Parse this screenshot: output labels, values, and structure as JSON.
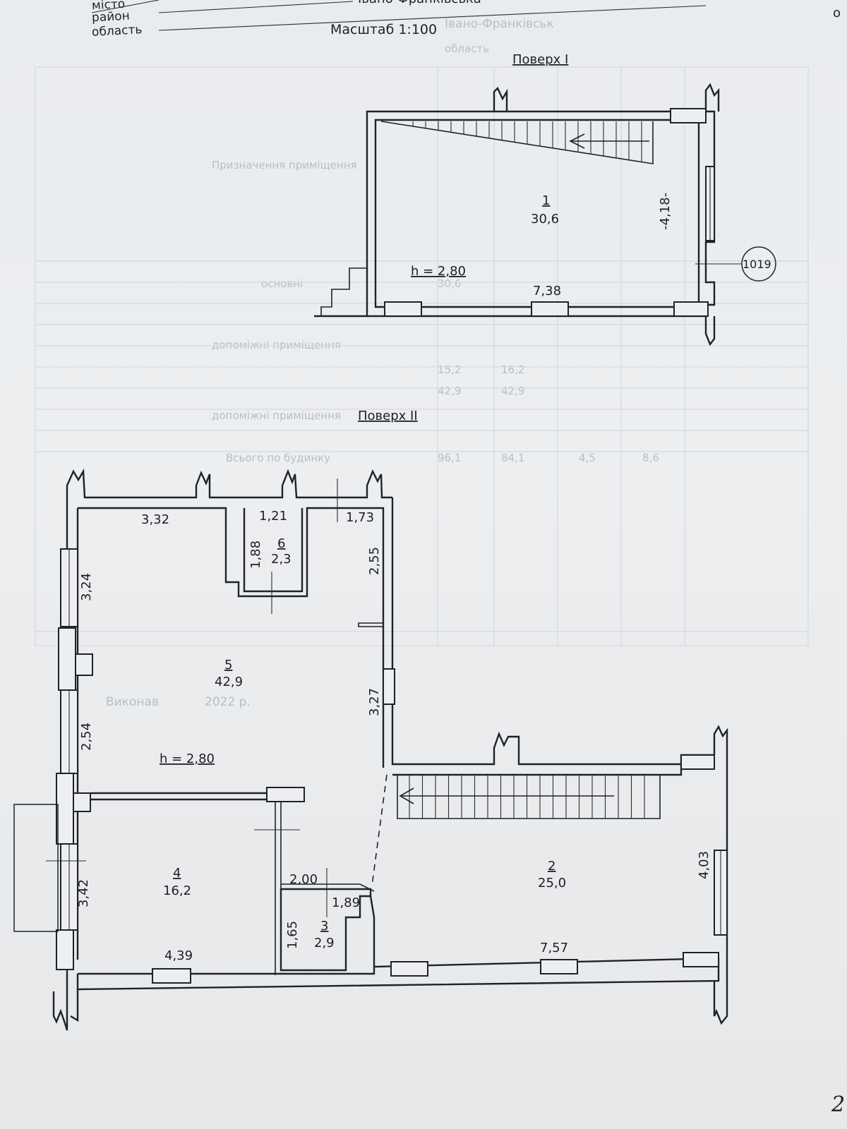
{
  "header": {
    "labels": [
      "місто",
      "район",
      "область"
    ],
    "region_value": "Івано-Франківська",
    "scale": "Масштаб 1:100"
  },
  "floor1": {
    "title": "Поверх І",
    "room1": {
      "number": "1",
      "area": "30,6"
    },
    "height": "h = 2,80",
    "dims": {
      "length": "7,38",
      "width": "-4,18-"
    },
    "marker": "1019"
  },
  "floor2": {
    "title": "Поверх ІІ",
    "height": "h = 2,80",
    "rooms": {
      "r2": {
        "number": "2",
        "area": "25,0"
      },
      "r3": {
        "number": "3",
        "area": "2,9"
      },
      "r4": {
        "number": "4",
        "area": "16,2"
      },
      "r5": {
        "number": "5",
        "area": "42,9"
      },
      "r6": {
        "number": "6",
        "area": "2,3"
      }
    },
    "dims": {
      "d332": "3,32",
      "d121": "1,21",
      "d173": "1,73",
      "d188": "1,88",
      "d255": "2,55",
      "d324": "3,24",
      "d327": "3,27",
      "d254": "2,54",
      "d342": "3,42",
      "d439": "4,39",
      "d200": "2,00",
      "d189": "1,89",
      "d165": "1,65",
      "d403": "4,03",
      "d757": "7,57"
    }
  },
  "page_marks": {
    "corner": "о",
    "page_number": "2"
  }
}
